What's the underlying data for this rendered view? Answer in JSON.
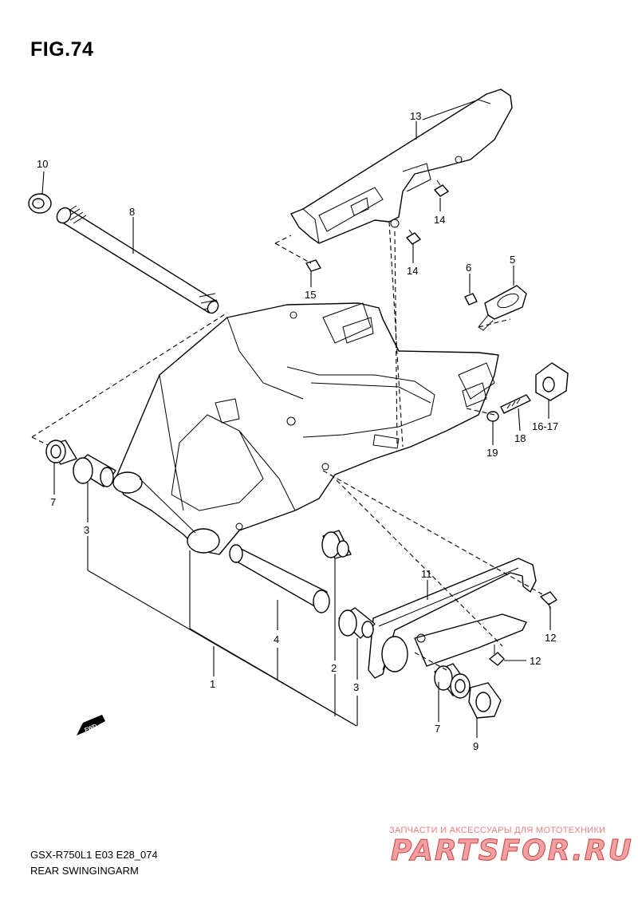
{
  "figure": {
    "title": "FIG.74"
  },
  "footer": {
    "model_code": "GSX-R750L1 E03 E28_074",
    "caption": "REAR SWINGINGARM"
  },
  "watermark": {
    "line1": "ЗАПЧАСТИ И АКСЕССУАРЫ ДЛЯ МОТОТЕХНИКИ",
    "line2": "PARTSFOR.RU"
  },
  "direction_badge": "FWD",
  "callouts": {
    "c1": "1",
    "c2": "2",
    "c3a": "3",
    "c3b": "3",
    "c4": "4",
    "c5": "5",
    "c6": "6",
    "c7a": "7",
    "c7b": "7",
    "c8": "8",
    "c9": "9",
    "c10": "10",
    "c11": "11",
    "c12a": "12",
    "c12b": "12",
    "c13": "13",
    "c14a": "14",
    "c14b": "14",
    "c15": "15",
    "c16": "16-17",
    "c18": "18",
    "c19": "19"
  }
}
